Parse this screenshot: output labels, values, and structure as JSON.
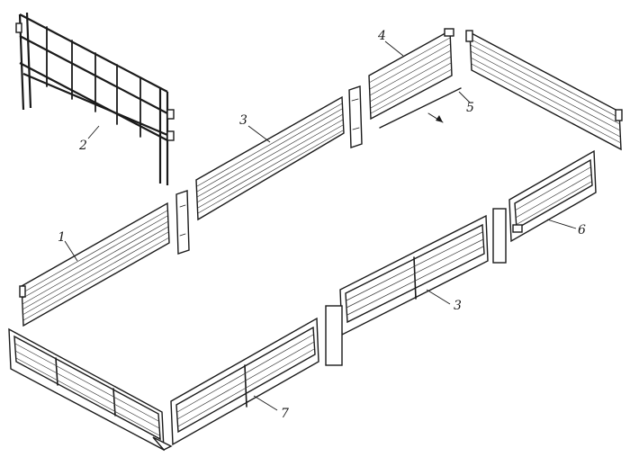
{
  "labels": {
    "item_1": "1",
    "item_2": "2",
    "item_3_upper": "3",
    "item_3_lower": "3",
    "item_4": "4",
    "item_5": "5",
    "item_6": "6",
    "item_7": "7"
  },
  "colors": {
    "ink": "#1a1a1a",
    "background": "#ffffff"
  }
}
